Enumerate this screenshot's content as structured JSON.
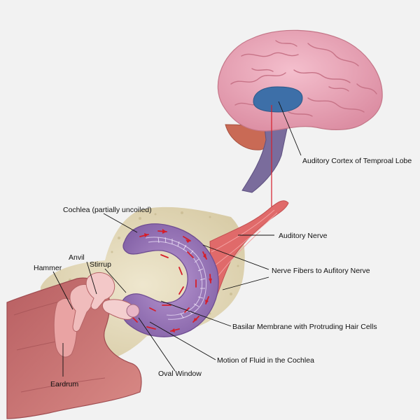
{
  "labels": {
    "auditory_cortex": "Auditory Cortex of Temproal Lobe",
    "cochlea": "Cochlea (partially uncoiled)",
    "auditory_nerve": "Auditory Nerve",
    "anvil": "Anvil",
    "stirrup": "Stirrup",
    "hammer": "Hammer",
    "nerve_fibers": "Nerve Fibers to Aufitory Nerve",
    "basilar_membrane": "Basilar Membrane with Protruding Hair Cells",
    "fluid_motion": "Motion of Fluid in the Cochlea",
    "oval_window": "Oval Window",
    "eardrum": "Eardrum"
  },
  "colors": {
    "background": "#f2f2f2",
    "brain": "#e8a2b4",
    "auditory_cortex": "#3d6fa8",
    "cerebellum": "#c96a55",
    "brainstem": "#7a6c9c",
    "nerve": "#e06a6a",
    "cochlea": "#9a73b8",
    "bone": "#e2d7b6",
    "ear_canal": "#c86e6e",
    "connector_line": "#d61e2a",
    "fluid_arrows": "#d61e2a"
  }
}
